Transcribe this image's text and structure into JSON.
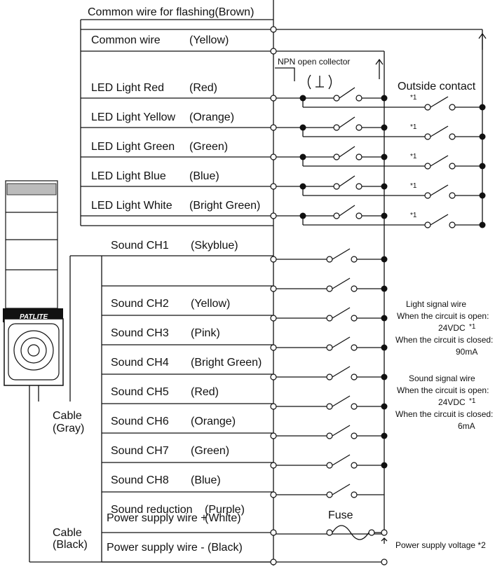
{
  "header_text": "Common wire for flashing(Brown)",
  "common_wire": {
    "name": "Common wire",
    "color": "(Yellow)"
  },
  "npn_label": "NPN open collector",
  "outside_contact_label": "Outside contact",
  "contact_note": "*1",
  "led_rows": [
    {
      "name": "LED Light Red",
      "color": "(Red)"
    },
    {
      "name": "LED Light Yellow",
      "color": "(Orange)"
    },
    {
      "name": "LED Light Green",
      "color": "(Green)"
    },
    {
      "name": "LED Light Blue",
      "color": "(Blue)"
    },
    {
      "name": "LED Light White",
      "color": "(Bright Green)"
    }
  ],
  "sound_rows": [
    {
      "name": "Sound  CH1",
      "color": "(Skyblue)"
    },
    {
      "name": "Sound  CH2",
      "color": "(Yellow)"
    },
    {
      "name": "Sound  CH3",
      "color": "(Pink)"
    },
    {
      "name": "Sound  CH4",
      "color": "(Bright Green)"
    },
    {
      "name": "Sound  CH5",
      "color": "(Red)"
    },
    {
      "name": "Sound  CH6",
      "color": "(Orange)"
    },
    {
      "name": "Sound  CH7",
      "color": "(Green)"
    },
    {
      "name": "Sound  CH8",
      "color": "(Blue)"
    },
    {
      "name": "Sound reduction",
      "color": "(Purple)"
    }
  ],
  "power_rows": [
    {
      "name": "Power supply wire +",
      "color": "(White)"
    },
    {
      "name": "Power supply wire -",
      "color": "(Black)"
    }
  ],
  "cable_gray": [
    "Cable",
    "(Gray)"
  ],
  "cable_black": [
    "Cable",
    "(Black)"
  ],
  "fuse_label": "Fuse",
  "power_voltage_label": "Power supply voltage *2",
  "device_brand": "PATLITE",
  "light_signal": {
    "title": "Light signal wire",
    "open_label": "When the circuit is open:",
    "open_value": "24VDC",
    "open_note": "*1",
    "closed_label": "When the circuit is closed:",
    "closed_value": "90mA"
  },
  "sound_signal": {
    "title": "Sound signal wire",
    "open_label": "When the circuit is open:",
    "open_value": "24VDC",
    "open_note": "*1",
    "closed_label": "When the circuit is closed:",
    "closed_value": "6mA"
  }
}
